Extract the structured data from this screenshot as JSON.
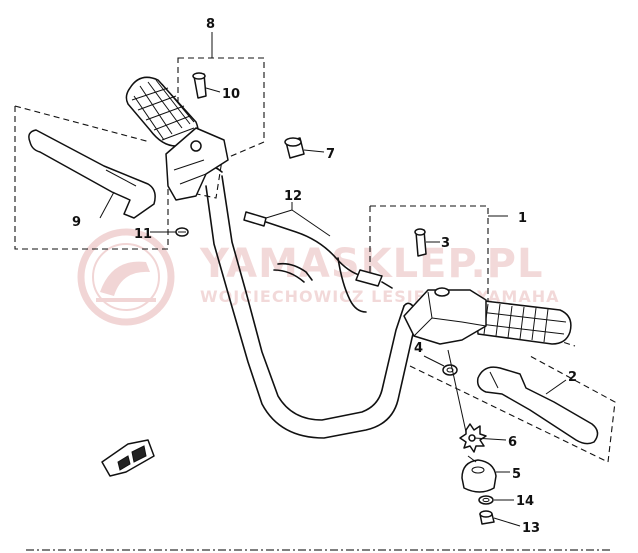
{
  "diagram": {
    "callouts": [
      "1",
      "2",
      "3",
      "4",
      "5",
      "6",
      "7",
      "8",
      "9",
      "10",
      "11",
      "12",
      "13",
      "14"
    ]
  },
  "watermark": {
    "brand": "YAMASKLEP.PL",
    "subtitle": "WOJCIECHOWICZ LESIEFSKI YAMAHA"
  }
}
